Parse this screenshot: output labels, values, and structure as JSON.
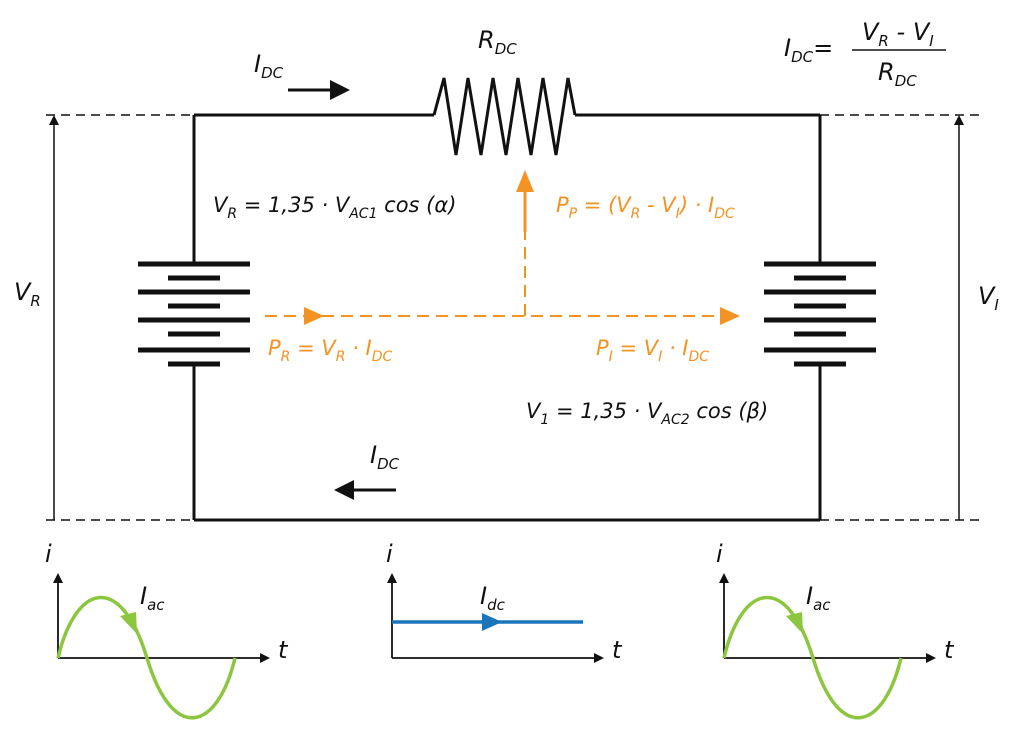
{
  "colors": {
    "black": "#111111",
    "orange": "#f39324",
    "green": "#8cc63f",
    "blue": "#1a75bb"
  },
  "labels": {
    "resistor": {
      "main": "R",
      "sub": "DC"
    },
    "idc_top": {
      "main": "I",
      "sub": "DC"
    },
    "idc_bottom": {
      "main": "I",
      "sub": "DC"
    },
    "formula_idc": {
      "lhs_main": "I",
      "lhs_sub": "DC",
      "equals": "=",
      "num_a_main": "V",
      "num_a_sub": "R",
      "minus": "-",
      "num_b_main": "V",
      "num_b_sub": "I",
      "den_main": "R",
      "den_sub": "DC"
    },
    "vr_side": {
      "main": "V",
      "sub": "R"
    },
    "vi_side": {
      "main": "V",
      "sub": "I"
    },
    "vr_formula": {
      "v": "V",
      "v_sub": "R",
      "mid": " = 1,35 · V",
      "vac_sub": "AC1",
      "tail": " cos (α)"
    },
    "v1_formula": {
      "v": "V",
      "v_sub": "1",
      "mid": " = 1,35 · V",
      "vac_sub": "AC2",
      "tail": " cos (β)"
    },
    "pp_formula": {
      "p": "P",
      "p_sub": "P",
      "eq": " = (V",
      "vr_sub": "R",
      "minus": " - V",
      "vi_sub": "I",
      "close": ") · I",
      "idc_sub": "DC"
    },
    "pr_formula": {
      "p": "P",
      "p_sub": "R",
      "eq": " = V",
      "v_sub": "R",
      "dot": " · I",
      "idc_sub": "DC"
    },
    "pi_formula": {
      "p": "P",
      "p_sub": "I",
      "eq": " = V",
      "v_sub": "I",
      "dot": " · I",
      "idc_sub": "DC"
    }
  },
  "waveforms": [
    {
      "id": "left",
      "y_axis": "i",
      "x_axis": "t",
      "label_main": "I",
      "label_sub": "ac",
      "kind": "ac"
    },
    {
      "id": "center",
      "y_axis": "i",
      "x_axis": "t",
      "label_main": "I",
      "label_sub": "dc",
      "kind": "dc"
    },
    {
      "id": "right",
      "y_axis": "i",
      "x_axis": "t",
      "label_main": "I",
      "label_sub": "ac",
      "kind": "ac"
    }
  ]
}
